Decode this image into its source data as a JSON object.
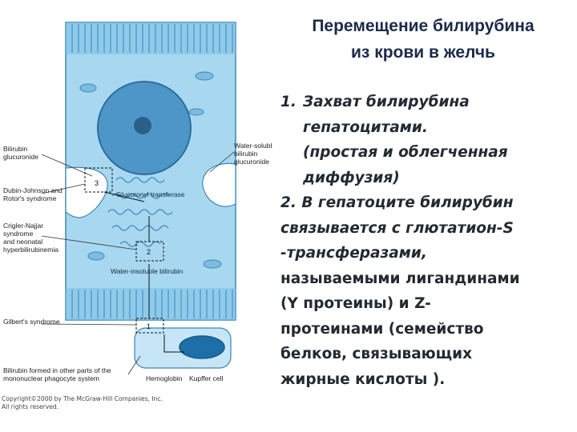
{
  "title": {
    "line1": "Перемещение билирубина",
    "line2": "из крови в желчь"
  },
  "points": {
    "p1": {
      "num": "1.",
      "line1": "Захват билирубина",
      "line2": "гепатоцитами.",
      "line3": "(простая и облегченная",
      "line4": "диффузия)"
    },
    "p2": {
      "num": "2.",
      "line1": "В гепатоците билирубин",
      "line2": "связывается с глютатион-S",
      "line3": "-трансферазами,",
      "line4": "называемыми лигандинами",
      "line5": "(Y протеины) и Z-",
      "line6": "протеинами (семейство",
      "line7": "белков, связывающих",
      "line8": "жирные  кислоты )."
    }
  },
  "figure": {
    "labels": {
      "bilirubin_glucuronide_1": "Bilirubin",
      "bilirubin_glucuronide_2": "glucuronide",
      "dubin_1": "Dubin-Johnson and",
      "dubin_2": "Rotor's syndrome",
      "crigler_1": "Crigler-Najjar",
      "crigler_2": "syndrome",
      "crigler_3": "and neonatal",
      "crigler_4": "hyperbilirubinemia",
      "gilbert": "Gilbert's syndrome",
      "formed_1": "Bilirubin formed in other parts of the",
      "formed_2": "mononuclear phagocyte system",
      "water_soluble_1": "Water-soluble",
      "water_soluble_2": "bilirubin",
      "water_soluble_3": "glucuronide",
      "glucuronyl": "Glucuronyl transferase",
      "water_insoluble": "Water-insoluble bilirubin",
      "hemoglobin": "Hemoglobin",
      "kupffer": "Kupffer cell",
      "box_3": "3",
      "box_2": "2",
      "box_1": "1"
    },
    "copyright_1": "Copyright©2000 by The McGraw-Hill Companies, Inc.",
    "copyright_2": "All rights reserved."
  },
  "colors": {
    "cell_fill": "#a8d8f0",
    "cell_dark": "#3a86b8",
    "nucleus": "#2f78ad",
    "kupffer_nucleus": "#1e6fa8",
    "title": "#1c2a4a"
  }
}
